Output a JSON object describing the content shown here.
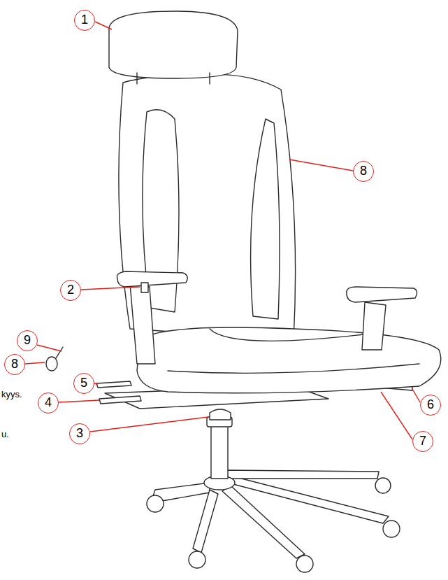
{
  "diagram": {
    "labels": [
      "1",
      "8",
      "2",
      "9",
      "8",
      "5",
      "kyys.",
      "4",
      "6",
      "3",
      "u.",
      "7"
    ]
  }
}
